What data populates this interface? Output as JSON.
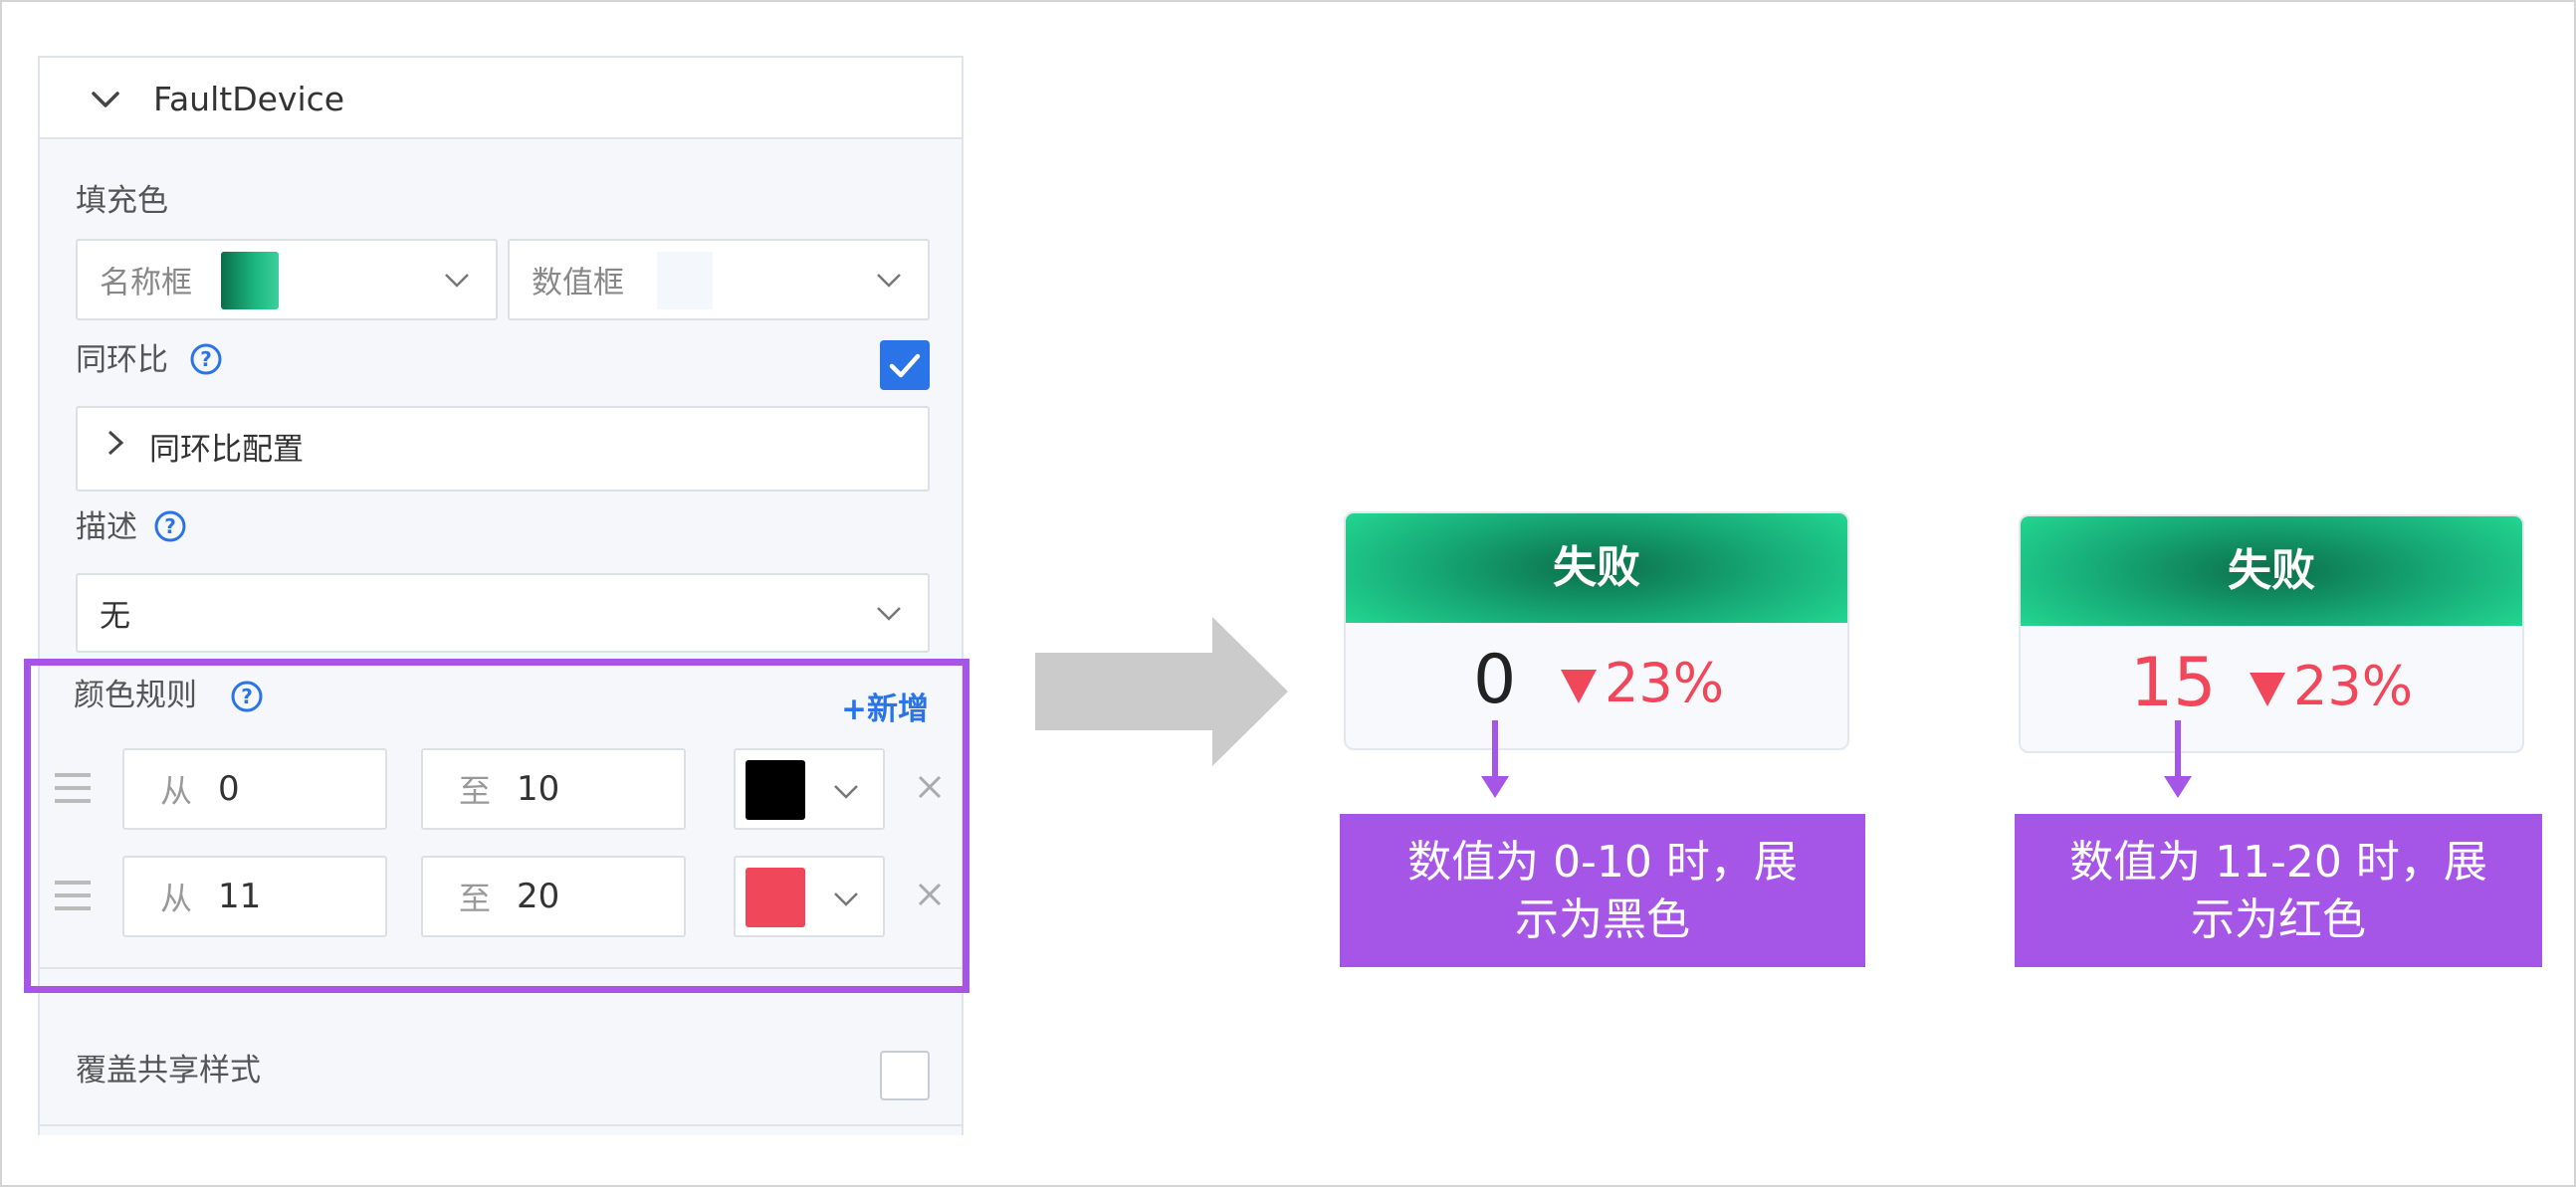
{
  "panel": {
    "header_title": "FaultDevice",
    "fill_color_label": "填充色",
    "name_box_label": "名称框",
    "value_box_label": "数值框",
    "yoy_label": "同环比",
    "yoy_checked": true,
    "yoy_config_label": "同环比配置",
    "description_label": "描述",
    "description_value": "无",
    "color_rules_label": "颜色规则",
    "add_label": "+新增",
    "rules": [
      {
        "from_prefix": "从",
        "from_value": "0",
        "to_prefix": "至",
        "to_value": "10",
        "color": "#000000"
      },
      {
        "from_prefix": "从",
        "from_value": "11",
        "to_prefix": "至",
        "to_value": "20",
        "color": "#f0485a"
      }
    ],
    "override_label": "覆盖共享样式",
    "override_checked": false
  },
  "cards": [
    {
      "title": "失败",
      "value": "0",
      "value_color": "#222222",
      "change": "23%",
      "callout": [
        "数值为 0-10 时，展",
        "示为黑色"
      ]
    },
    {
      "title": "失败",
      "value": "15",
      "value_color": "#f0485a",
      "change": "23%",
      "callout": [
        "数值为 11-20 时，展",
        "示为红色"
      ]
    }
  ],
  "colors": {
    "accent_blue": "#2a74e8",
    "highlight_purple": "#a556e6",
    "card_green": "#16a876",
    "negative_red": "#f0485a"
  }
}
